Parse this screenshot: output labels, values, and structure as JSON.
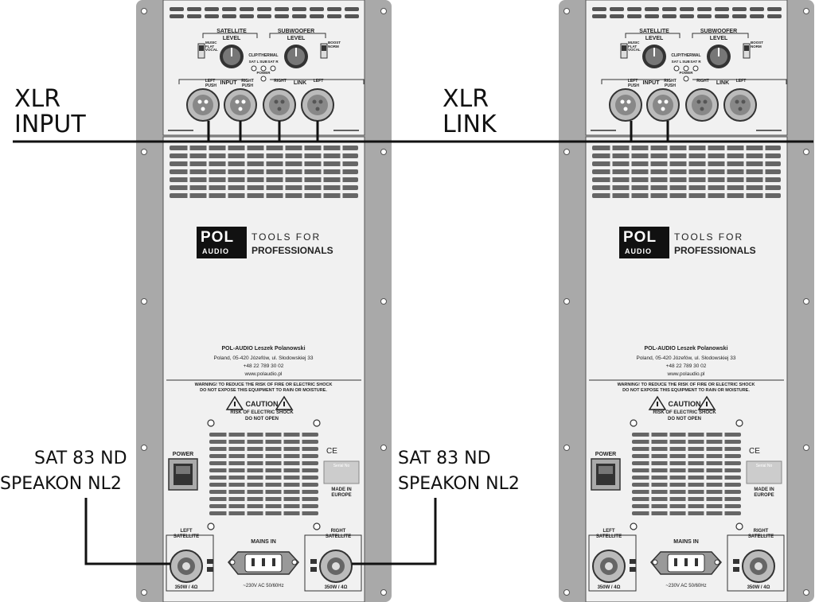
{
  "annotations": {
    "xlr_input": [
      "XLR",
      "INPUT"
    ],
    "xlr_link": [
      "XLR",
      "LINK"
    ],
    "speaker_left": [
      "SAT 83 ND",
      "SPEAKON NL2"
    ],
    "speaker_right": [
      "SAT 83 ND",
      "SPEAKON NL2"
    ]
  },
  "panel": {
    "satellite_label": "SATELLITE",
    "subwoofer_label": "SUBWOOFER",
    "level_label": "LEVEL",
    "music_flat_vocal": "MUSIC FLAT VOCAL",
    "boost_norm": "BOOST NORM",
    "clip_thermal": "CLIP/THERMAL",
    "sat_l": "SAT L",
    "sub": "SUB",
    "sat_r": "SAT R",
    "power_led": "POWER",
    "input_label": "INPUT",
    "link_label": "LINK",
    "left": "LEFT",
    "right": "RIGHT",
    "push": "PUSH",
    "brand_top": "POL",
    "brand_bottom": "AUDIO",
    "tagline_1": "TOOLS FOR",
    "tagline_2": "PROFESSIONALS",
    "company": "POL-AUDIO Leszek Polanowski",
    "address": "Poland, 05-420 Józefów, ul. Słodowskiej 33",
    "phone": "+48 22 789 30 02",
    "web": "www.polaudio.pl",
    "warning_1": "WARNING! TO REDUCE THE RISK OF FIRE OR ELECTRIC SHOCK",
    "warning_2": "DO NOT EXPOSE THIS EQUIPMENT TO RAIN OR MOISTURE.",
    "caution": "CAUTION",
    "caution_1": "RISK OF ELECTRIC SHOCK",
    "caution_2": "DO NOT OPEN",
    "power_switch": "POWER",
    "ce": "CE",
    "serial": "Serial No",
    "made_in_1": "MADE IN",
    "made_in_2": "EUROPE",
    "left_sat": [
      "LEFT",
      "SATELLITE"
    ],
    "right_sat": [
      "RIGHT",
      "SATELLITE"
    ],
    "mains_in": "MAINS IN",
    "mains_spec": "~230V AC  50/60Hz",
    "rating": "350W / 4Ω"
  },
  "colors": {
    "flange": "#a9a9a9",
    "panel": "#f1f1f1",
    "slot": "#555555",
    "line": "#111111"
  }
}
